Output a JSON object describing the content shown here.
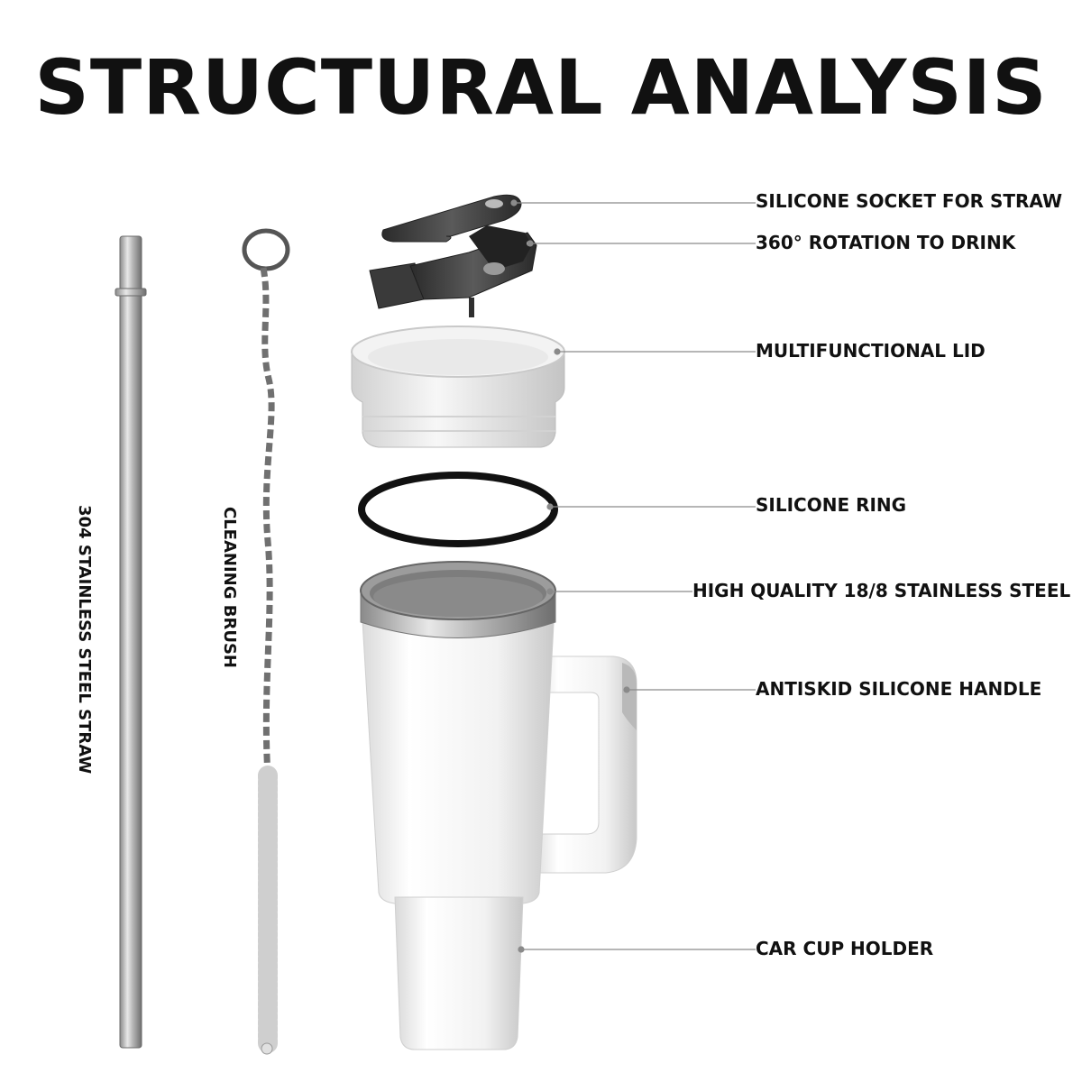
{
  "title": "STRUCTURAL ANALYSIS",
  "callouts": [
    "SILICONE SOCKET FOR STRAW",
    "360° ROTATION TO DRINK",
    "MULTIFUNCTIONAL LID",
    "SILICONE RING",
    "HIGH QUALITY 18/8 STAINLESS STEEL",
    "ANTISKID SILICONE HANDLE",
    "CAR CUP HOLDER"
  ],
  "side_labels": {
    "straw": "304 STAINLESS STEEL STRAW",
    "brush": "CLEANING BRUSH"
  }
}
